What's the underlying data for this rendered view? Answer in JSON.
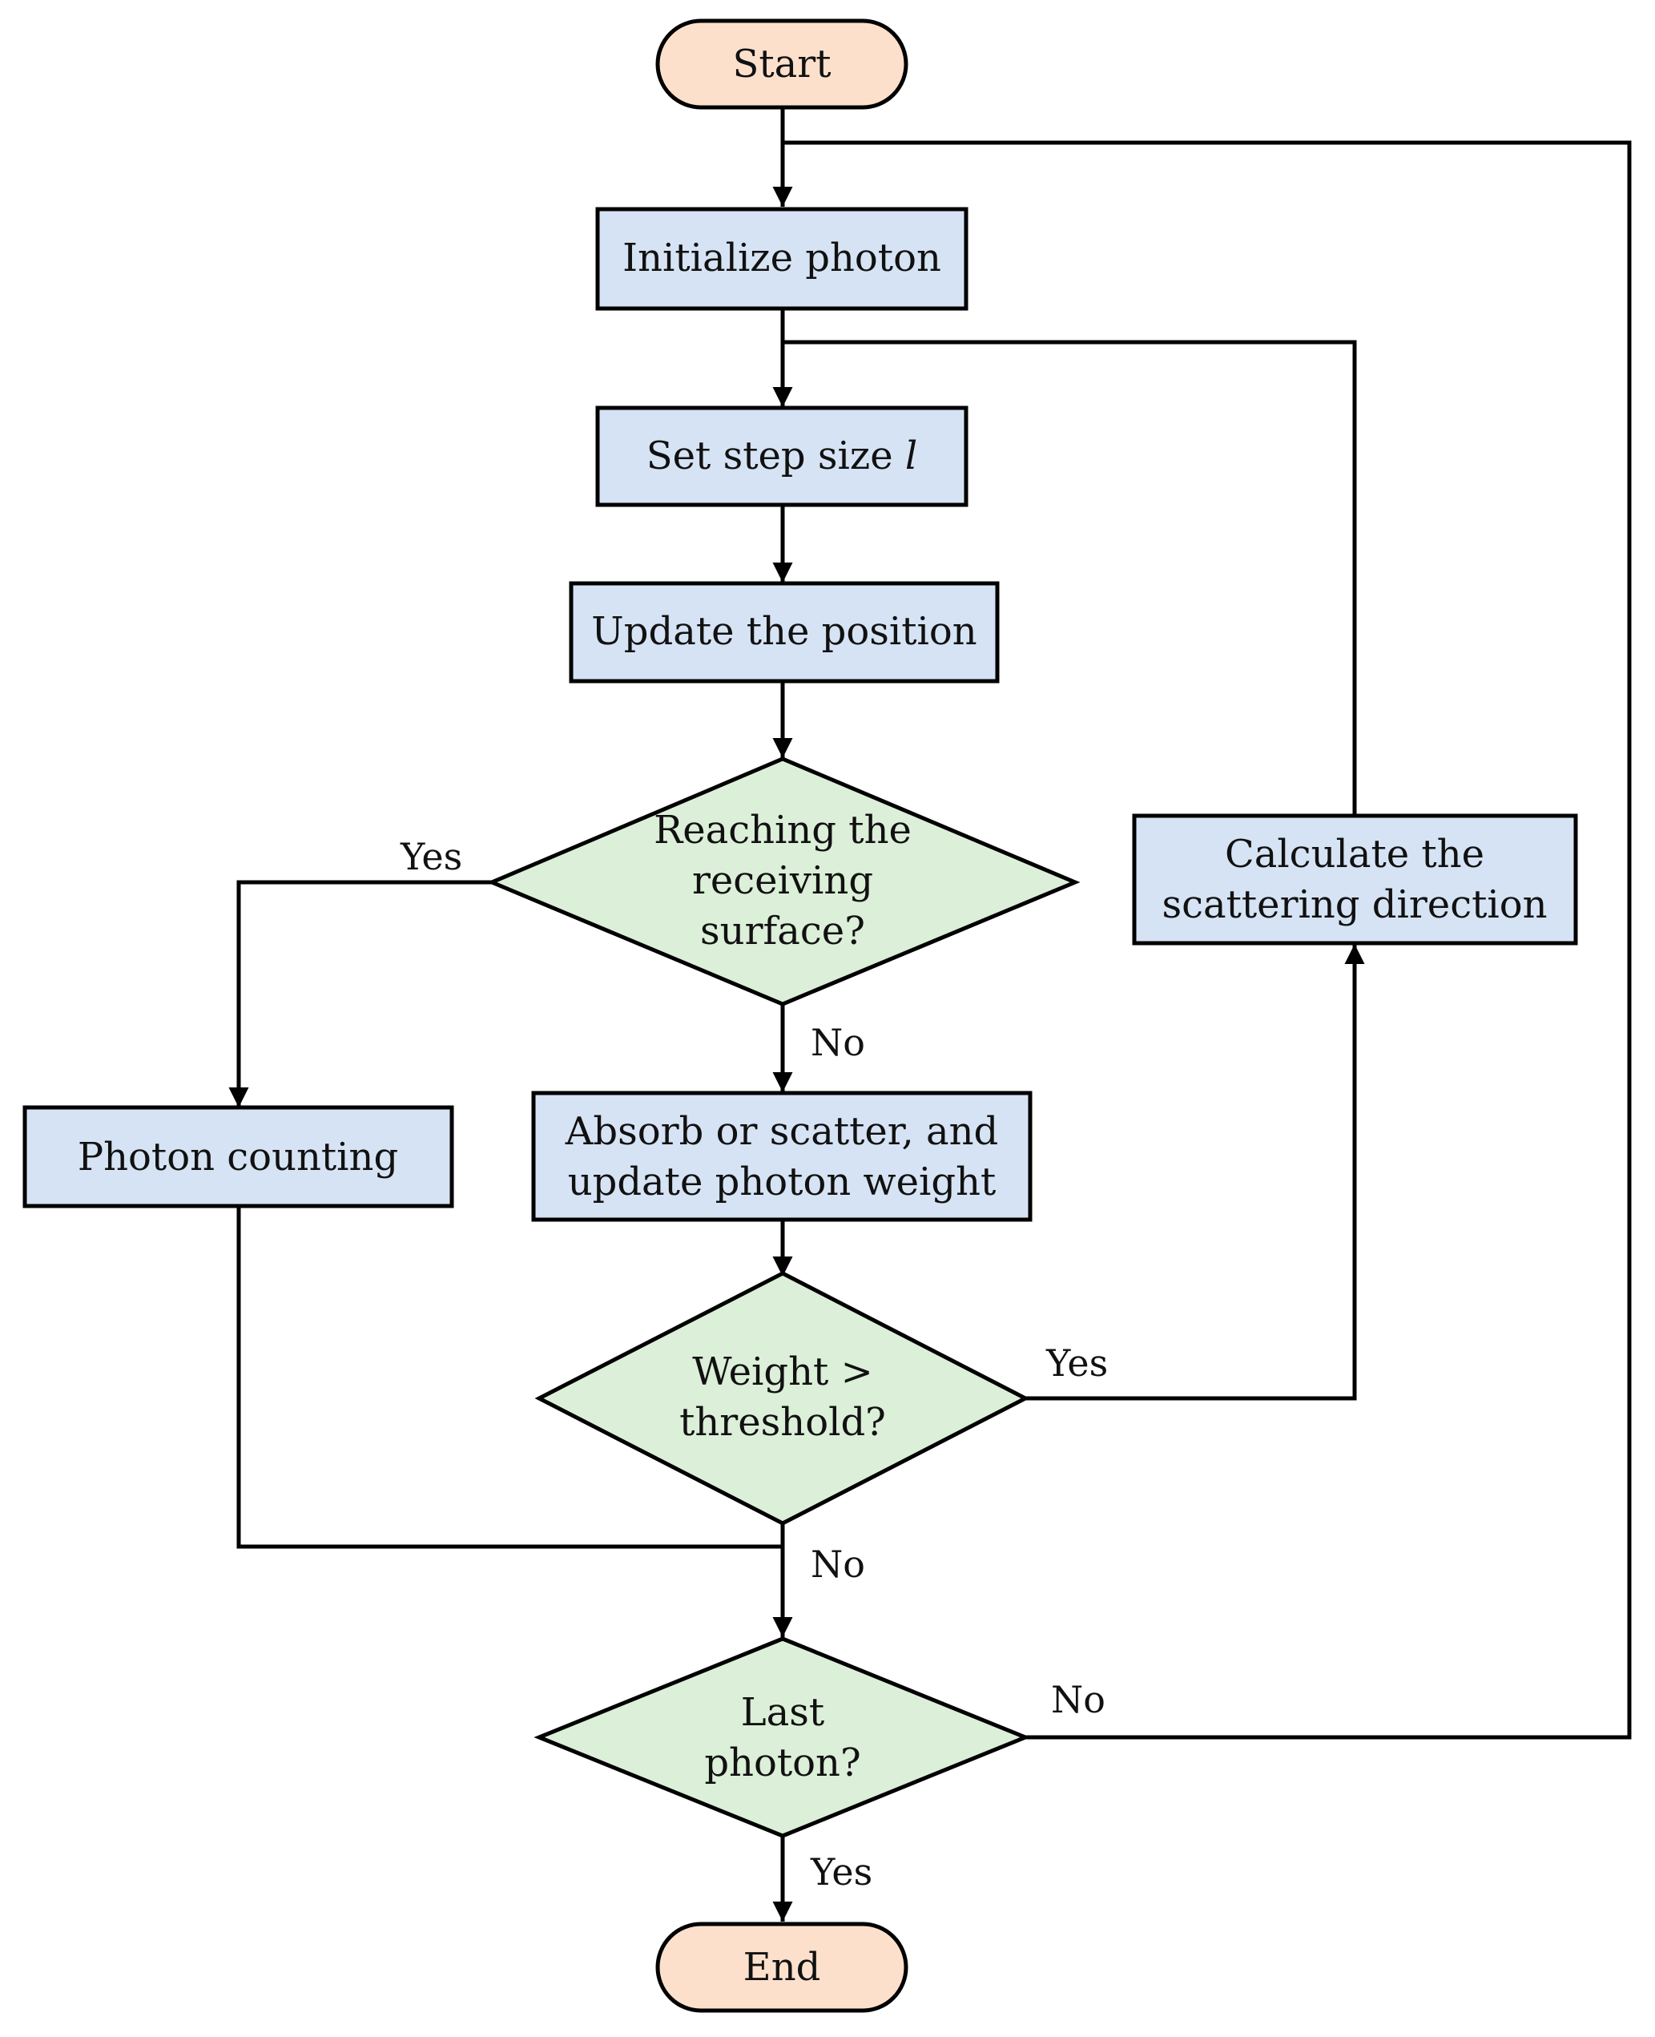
{
  "nodes": {
    "start": {
      "label": "Start"
    },
    "init": {
      "label": "Initialize photon"
    },
    "step": {
      "label": "Set step size",
      "var": "l"
    },
    "update": {
      "label": "Update the position"
    },
    "reach": {
      "lines": [
        "Reaching the",
        "receiving",
        "surface?"
      ]
    },
    "absorb": {
      "lines": [
        "Absorb or scatter, and",
        "update photon weight"
      ]
    },
    "count": {
      "label": "Photon counting"
    },
    "calc": {
      "lines": [
        "Calculate the",
        "scattering direction"
      ]
    },
    "weight": {
      "lines": [
        "Weight >",
        "threshold?"
      ]
    },
    "last": {
      "lines": [
        "Last",
        "photon?"
      ]
    },
    "end": {
      "label": "End"
    }
  },
  "edge_labels": {
    "reach_yes": "Yes",
    "reach_no": "No",
    "weight_yes": "Yes",
    "weight_no": "No",
    "last_no": "No",
    "last_yes": "Yes"
  },
  "colors": {
    "terminal": "#fde0cc",
    "process": "#d6e3f4",
    "decision": "#dcefd9"
  }
}
